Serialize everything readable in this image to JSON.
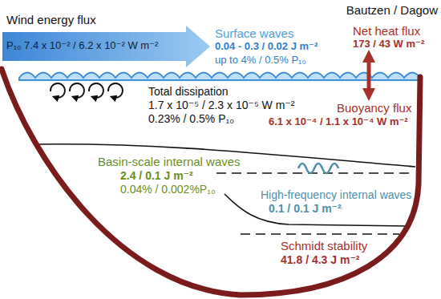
{
  "diagram": {
    "nodes": [
      {
        "text": [
          "Wind energy flux",
          "P₁₀ 7.4 x 10⁻² / 6.2 x 10⁻² W m⁻²"
        ]
      }
    ],
    "labels": [
      "Bautzen / Dagow",
      "Surface waves",
      "0.04 - 0.3 / 0.02 J m⁻²",
      "up to 4% / 0.5% P₁₀",
      "Net heat flux",
      "173 / 43 W m⁻²",
      "Total dissipation",
      "1.7 x 10⁻⁵ / 2.3 x 10⁻⁵ W m⁻²",
      "0.23% / 0.5% P₁₀",
      "Buoyancy flux",
      "6.1 x 10⁻⁴ / 1.1 x 10⁻⁴ W m⁻²",
      "Basin-scale internal waves",
      "2.4 / 0.1 J m⁻²",
      "0.04% / 0.002%P₁₀",
      "High-frequency internal waves",
      "0.1 / 0.1 J m⁻²",
      "Schmidt stability",
      "41.8 / 4.3 J m⁻²"
    ]
  }
}
